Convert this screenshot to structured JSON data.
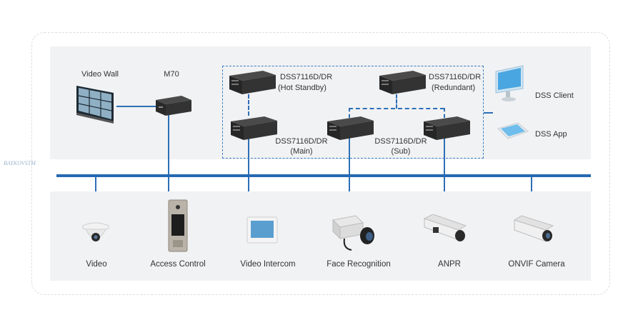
{
  "top": {
    "video_wall": "Video Wall",
    "m70": "M70",
    "hot_standby": {
      "model": "DSS7116D/DR",
      "role": "(Hot Standby)"
    },
    "redundant": {
      "model": "DSS7116D/DR",
      "role": "(Redundant)"
    },
    "main": {
      "model": "DSS7116D/DR",
      "role": "(Main)"
    },
    "sub": {
      "model": "DSS7116D/DR",
      "role": "(Sub)"
    },
    "dss_client": "DSS Client",
    "dss_app": "DSS App"
  },
  "bottom": {
    "video": "Video",
    "access_control": "Access Control",
    "video_intercom": "Video Intercom",
    "face_recognition": "Face Recognition",
    "anpr": "ANPR",
    "onvif_camera": "ONVIF Camera"
  },
  "watermark": "BAYKOVSTM",
  "colors": {
    "link": "#2e6fb6",
    "bus": "#2569b3",
    "panel": "#f1f2f4"
  }
}
